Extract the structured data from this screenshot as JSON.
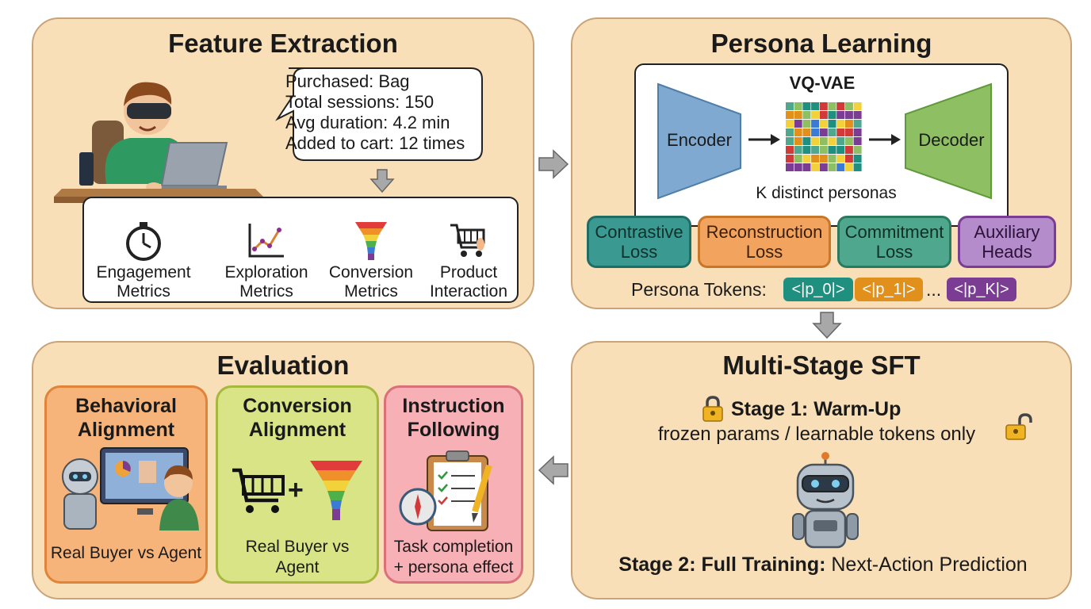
{
  "feature_extraction": {
    "title": "Feature Extraction",
    "bubble_lines": [
      "Purchased: Bag",
      "Total sessions: 150",
      "Avg duration: 4.2 min",
      "Added to cart: 12 times"
    ],
    "metrics": [
      {
        "icon": "stopwatch-icon",
        "line1": "Engagement",
        "line2": "Metrics"
      },
      {
        "icon": "line-chart-icon",
        "line1": "Exploration",
        "line2": "Metrics"
      },
      {
        "icon": "funnel-icon",
        "line1": "Conversion",
        "line2": "Metrics"
      },
      {
        "icon": "shopping-cart-icon",
        "line1": "Product",
        "line2": "Interaction"
      }
    ]
  },
  "persona_learning": {
    "title": "Persona Learning",
    "vqvae_label": "VQ-VAE",
    "encoder_label": "Encoder",
    "decoder_label": "Decoder",
    "codebook_caption": "K distinct personas",
    "losses": [
      {
        "line1": "Contrastive",
        "line2": "Loss"
      },
      {
        "line1": "Reconstruction",
        "line2": "Loss"
      },
      {
        "line1": "Commitment",
        "line2": "Loss"
      },
      {
        "line1": "Auxiliary",
        "line2": "Heads"
      }
    ],
    "tokens_label": "Persona Tokens:",
    "tokens": [
      "<|p_0|>",
      "<|p_1|>",
      "...",
      "<|p_K|>"
    ]
  },
  "multi_stage_sft": {
    "title": "Multi-Stage SFT",
    "stage1_title": "Stage 1: Warm-Up",
    "stage1_desc": "frozen params / learnable tokens only",
    "stage2_title": "Stage 2: Full Training:",
    "stage2_desc": "Next-Action Prediction"
  },
  "evaluation": {
    "title": "Evaluation",
    "cards": [
      {
        "line1": "Behavioral",
        "line2": "Alignment",
        "caption": [
          "Real Buyer vs Agent"
        ]
      },
      {
        "line1": "Conversion",
        "line2": "Alignment",
        "caption": [
          "Real Buyer vs",
          "Agent"
        ]
      },
      {
        "line1": "Instruction",
        "line2": "Following",
        "caption": [
          "Task completion",
          "+ persona effect"
        ]
      }
    ]
  },
  "colors": {
    "panel_fill": "#f8dfb8",
    "panel_border": "#c9a47a",
    "encoder": "#7fa9d1",
    "decoder": "#8fbf63",
    "contrastive": "#3a9a91",
    "reconstruction": "#f2a45e",
    "commitment": "#4fa88e",
    "auxiliary": "#9b6cb5",
    "token_teal": "#1f8f7f",
    "token_orange": "#e0901b",
    "token_purple": "#7b3d94",
    "behavioral_card": "#f7b47a",
    "conversion_card": "#d8e485",
    "instruction_card": "#f6b0b6"
  }
}
